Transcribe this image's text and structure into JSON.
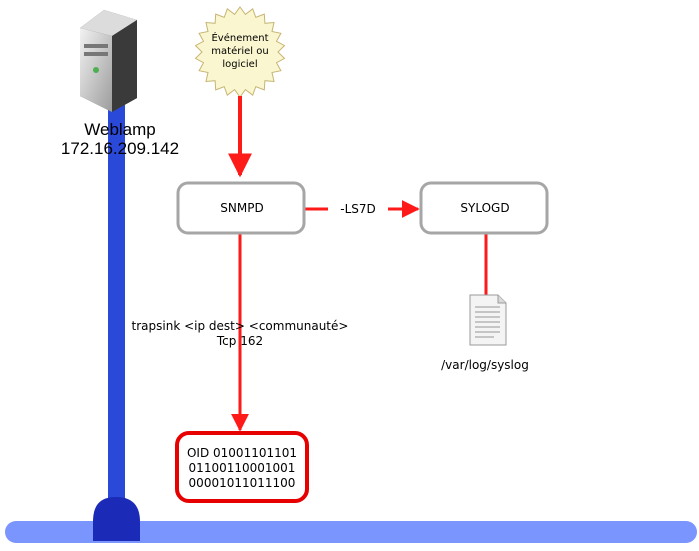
{
  "server": {
    "name": "Weblamp",
    "ip": "172.16.209.142"
  },
  "event": {
    "line1": "Événement",
    "line2": "matériel ou",
    "line3": "logiciel"
  },
  "nodes": {
    "snmpd": "SNMPD",
    "sylogd": "SYLOGD"
  },
  "edges": {
    "snmpd_to_sylogd": "-LS7D",
    "trapsink": "trapsink <ip dest> <communauté>",
    "tcp": "Tcp 162"
  },
  "log_file": {
    "path": "/var/log/syslog"
  },
  "oid_box": {
    "line1": "OID 01001101101",
    "line2": "01100110001001",
    "line3": "00001011011100"
  },
  "colors": {
    "arrow": "#ff1a1a",
    "network": "#7b95ff",
    "network_dark": "#2a49d8",
    "node_border": "#a6a6a6",
    "oid_border": "#e60000",
    "starburst": "#faf6d0"
  }
}
